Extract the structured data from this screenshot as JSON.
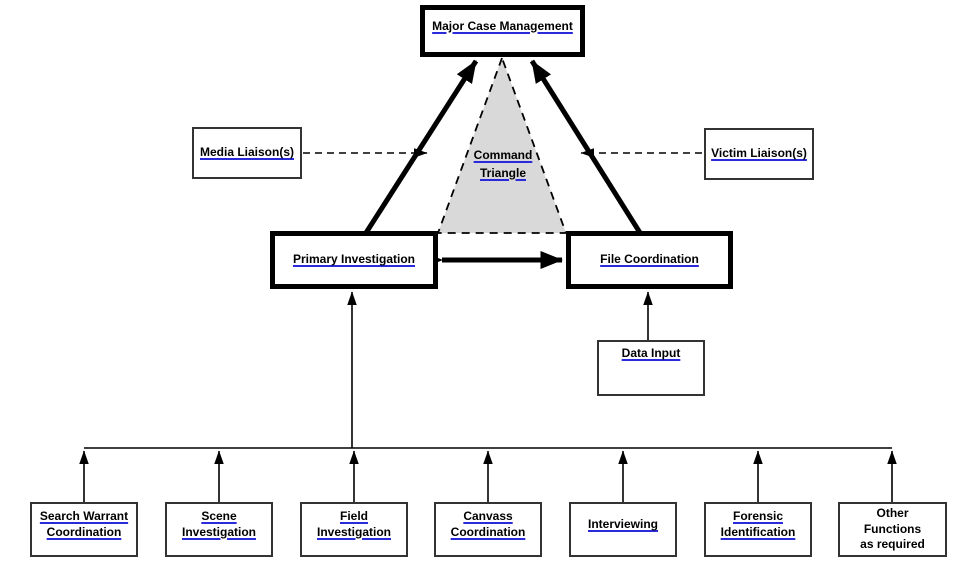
{
  "diagram": {
    "nodes": {
      "major_case_management": "Major Case Management",
      "command_triangle": "Command\nTriangle",
      "media_liaison": "Media Liaison(s)",
      "victim_liaison": "Victim Liaison(s)",
      "primary_investigation": "Primary Investigation",
      "file_coordination": "File Coordination",
      "data_input": "Data Input"
    },
    "functions": [
      "Search Warrant\nCoordination",
      "Scene\nInvestigation",
      "Field\nInvestigation",
      "Canvass\nCoordination",
      "Interviewing",
      "Forensic\nIdentification",
      "Other\nFunctions\nas required"
    ],
    "colors": {
      "background": "#ffffff",
      "line": "#000000",
      "text": "#000000",
      "underline": "#2a2ada",
      "triangle_fill": "#d9d9d9"
    }
  }
}
